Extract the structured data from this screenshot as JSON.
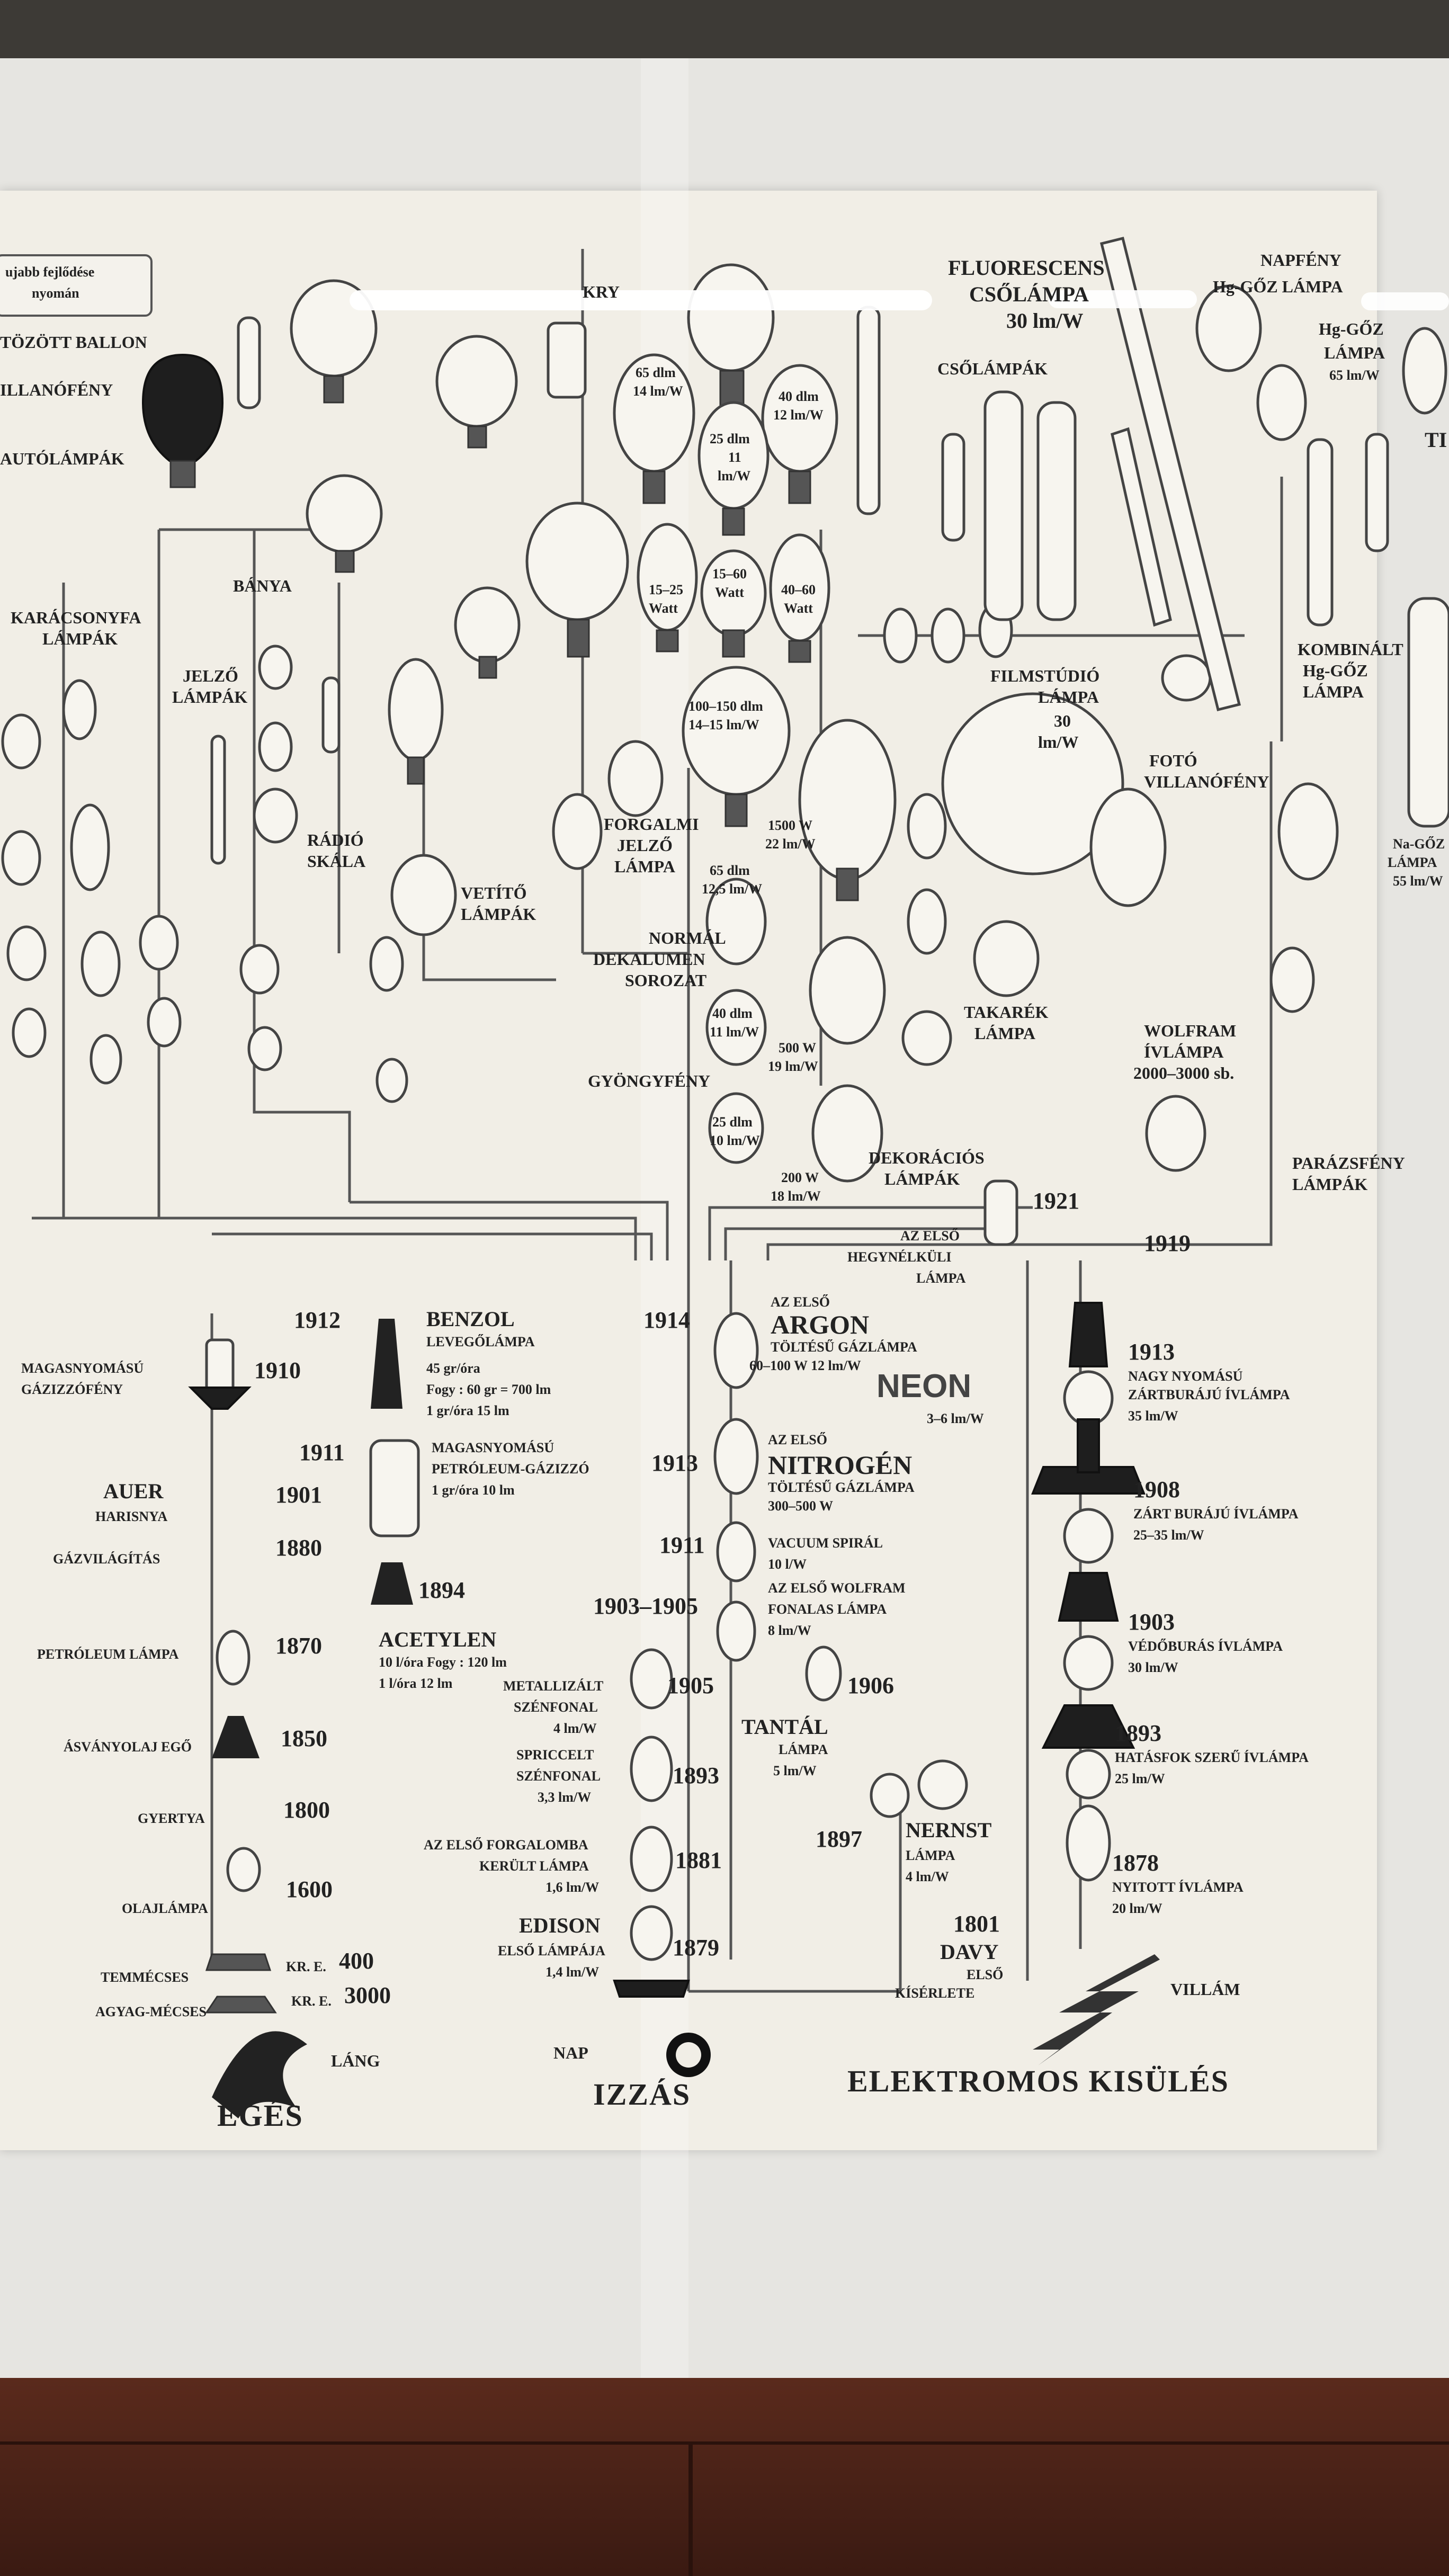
{
  "tl_labels": {
    "note_line1": "ujabb fejlődése",
    "note_line2": "nyomán",
    "ballon": "TÖZÖTT BALLON",
    "villanofeny": "ILLANÓFÉNY",
    "autolampak": "AUTÓLÁMPÁK",
    "karacsonyfa1": "KARÁCSONYFA",
    "karacsonyfa2": "LÁMPÁK",
    "banya": "BÁNYA",
    "jelzo1": "JELZŐ",
    "jelzo2": "LÁMPÁK",
    "radio1": "RÁDIÓ",
    "radio2": "SKÁLA",
    "vetito1": "VETÍTŐ",
    "vetito2": "LÁMPÁK",
    "kry": "KRY"
  },
  "center_labels": {
    "b65_1": "65 dlm",
    "b65_2": "14 lm/W",
    "b25_1": "25 dlm",
    "b25_2": "11",
    "b25_3": "lm/W",
    "b40_1": "40 dlm",
    "b40_2": "12 lm/W",
    "w1525_1": "15–25",
    "w1525_2": "Watt",
    "w1560_1": "15–60",
    "w1560_2": "Watt",
    "w4060_1": "40–60",
    "w4060_2": "Watt",
    "d100_1": "100–150 dlm",
    "d100_2": "14–15 lm/W",
    "forgalmi1": "FORGALMI",
    "forgalmi2": "JELZŐ",
    "forgalmi3": "LÁMPA",
    "w1500_1": "1500 W",
    "w1500_2": "22 lm/W",
    "d65b_1": "65 dlm",
    "d65b_2": "12,5 lm/W",
    "normal1": "NORMÁL",
    "normal2": "DEKALUMEN",
    "normal3": "SOROZAT",
    "d40b_1": "40 dlm",
    "d40b_2": "11 lm/W",
    "w500_1": "500 W",
    "w500_2": "19 lm/W",
    "gyongy": "GYÖNGYFÉNY",
    "d25b_1": "25 dlm",
    "d25b_2": "10 lm/W",
    "w200_1": "200 W",
    "w200_2": "18 lm/W",
    "dekor1": "DEKORÁCIÓS",
    "dekor2": "LÁMPÁK"
  },
  "right_labels": {
    "fluor1": "FLUORESCENS",
    "fluor2": "CSŐLÁMPA",
    "fluor3": "30 lm/W",
    "csolampak": "CSŐLÁMPÁK",
    "napfeny1": "NAPFÉNY",
    "napfeny2": "Hg-GŐZ LÁMPA",
    "hggoz1": "Hg-GŐZ",
    "hggoz2": "LÁMPA",
    "hggoz3": "65 lm/W",
    "tii": "TI",
    "film1": "FILMSTÚDIÓ",
    "film2": "LÁMPA",
    "film3": "30",
    "film4": "lm/W",
    "kombi1": "KOMBINÁLT",
    "kombi2": "Hg-GŐZ",
    "kombi3": "LÁMPA",
    "foto1": "FOTÓ",
    "foto2": "VILLANÓFÉNY",
    "na1": "Na-GŐZ",
    "na2": "LÁMPA",
    "na3": "55 lm/W",
    "takarek1": "TAKARÉK",
    "takarek2": "LÁMPA",
    "wolfram1": "WOLFRAM",
    "wolfram2": "ÍVLÁMPA",
    "wolfram3": "2000–3000 sb.",
    "parazs1": "PARÁZSFÉNY",
    "parazs2": "LÁMPÁK",
    "y1921": "1921",
    "y1919": "1919",
    "elso1": "AZ ELSŐ",
    "elso2": "HEGYNÉLKÜLI",
    "elso3": "LÁMPA"
  },
  "egés": {
    "y1912": "1912",
    "benzol": "BENZOL",
    "benzol_sub": "LEVEGŐLÁMPA",
    "benzol_1": "45 gr/óra",
    "benzol_2": "Fogy : 60 gr = 700 lm",
    "benzol_3": "1 gr/óra 15 lm",
    "magas1": "MAGASNYOMÁSÚ",
    "magas2": "GÁZIZZÓFÉNY",
    "y1910": "1910",
    "y1911": "1911",
    "petrol1": "MAGASNYOMÁSÚ",
    "petrol2": "PETRÓLEUM-GÁZIZZÓ",
    "petrol3": "1 gr/óra 10 lm",
    "auer": "AUER",
    "harisnya": "HARISNYA",
    "y1901": "1901",
    "gazvil": "GÁZVILÁGÍTÁS",
    "y1880": "1880",
    "y1894": "1894",
    "acetylen": "ACETYLEN",
    "acet1": "10 l/óra Fogy : 120 lm",
    "acet2": "1 l/óra 12 lm",
    "petrolamp": "PETRÓLEUM LÁMPA",
    "y1870": "1870",
    "asvany": "ÁSVÁNYOLAJ EGŐ",
    "y1850": "1850",
    "gyertya": "GYERTYA",
    "y1800": "1800",
    "olaj": "OLAJLÁMPA",
    "y1600": "1600",
    "temme": "TEMMÉCSES",
    "kr400": "KR. E.",
    "y400": "400",
    "agyag": "AGYAG-MÉCSES",
    "kr3000": "KR. E.",
    "y3000": "3000",
    "lang": "LÁNG",
    "egés_title": "ÉGÉS"
  },
  "izzas": {
    "y1914": "1914",
    "argon_pre": "AZ ELSŐ",
    "argon": "ARGON",
    "argon1": "TÖLTÉSŰ GÁZLÁMPA",
    "argon2": "60–100 W 12 lm/W",
    "y1913": "1913",
    "nitro_pre": "AZ ELSŐ",
    "nitro": "NITROGÉN",
    "nitro1": "TÖLTÉSŰ GÁZLÁMPA",
    "nitro2": "300–500 W",
    "y1911b": "1911",
    "vac1": "VACUUM SPIRÁL",
    "vac2": "10 l/W",
    "y1903": "1903–1905",
    "wolf1": "AZ ELSŐ WOLFRAM",
    "wolf2": "FONALAS LÁMPA",
    "wolf3": "8 lm/W",
    "y1905": "1905",
    "met1": "METALLIZÁLT",
    "met2": "SZÉNFONAL",
    "met3": "4 lm/W",
    "y1906": "1906",
    "tantal": "TANTÁL",
    "tantal1": "LÁMPA",
    "tantal2": "5 lm/W",
    "spir1": "SPRICCELT",
    "spir2": "SZÉNFONAL",
    "spir3": "3,3 lm/W",
    "y1893": "1893",
    "forg1": "AZ ELSŐ FORGALOMBA",
    "forg2": "KERÜLT LÁMPA",
    "forg3": "1,6 lm/W",
    "y1881": "1881",
    "edison": "EDISON",
    "edison1": "ELSŐ LÁMPÁJA",
    "edison2": "1,4 lm/W",
    "y1879": "1879",
    "nap": "NAP",
    "izzas_title": "IZZÁS"
  },
  "kisules": {
    "neon": "NEON",
    "neon1": "3–6 lm/W",
    "y1913": "1913",
    "a1": "NAGY NYOMÁSÚ",
    "a2": "ZÁRTBURÁJÚ ÍVLÁMPA",
    "a3": "35 lm/W",
    "y1908": "1908",
    "b1": "ZÁRT BURÁJÚ ÍVLÁMPA",
    "b2": "25–35 lm/W",
    "y1903": "1903",
    "c1": "VÉDŐBURÁS ÍVLÁMPA",
    "c2": "30 lm/W",
    "y1893": "1893",
    "d1": "HATÁSFOK SZERŰ ÍVLÁMPA",
    "d2": "25 lm/W",
    "y1878": "1878",
    "e1": "NYITOTT ÍVLÁMPA",
    "e2": "20 lm/W",
    "y1897": "1897",
    "nernst": "NERNST",
    "nernst1": "LÁMPA",
    "nernst2": "4 lm/W",
    "y1801": "1801",
    "davy": "DAVY",
    "davy1": "ELSŐ",
    "davy2": "KÍSÉRLETE",
    "villam": "VILLÁM",
    "title": "ELEKTROMOS KISÜLÉS"
  }
}
